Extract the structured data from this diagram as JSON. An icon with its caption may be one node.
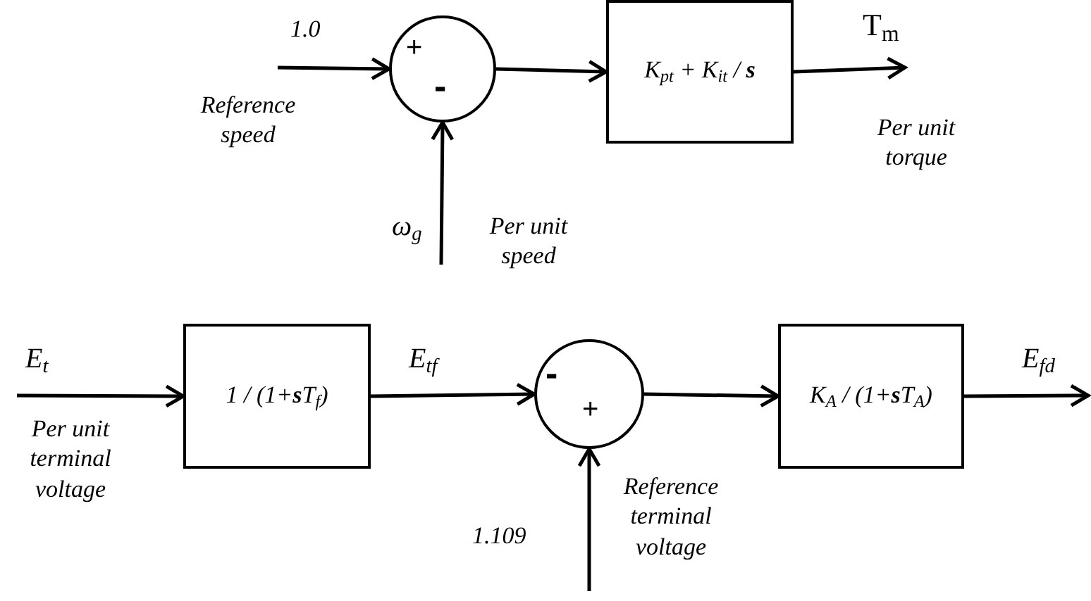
{
  "diagram": {
    "nodes": [
      {
        "text": [
          "+",
          "-"
        ]
      },
      {
        "text": [
          "K$_{pt}$ + K$_{it}$ / **s**"
        ]
      },
      {
        "text": [
          "1 / (1+**s**T$_{f}$)"
        ]
      },
      {
        "text": [
          "-",
          "+"
        ]
      },
      {
        "text": [
          "K$_{A}$ / (1+**s**T$_{A}$)"
        ]
      }
    ],
    "edges": [
      {
        "from": null,
        "to": 0,
        "arrow": "to",
        "label": "1.0"
      },
      {
        "from": null,
        "to": 0,
        "arrow": "to",
        "label": "ω$_{g}$"
      },
      {
        "from": 0,
        "to": 1,
        "arrow": "to"
      },
      {
        "from": 1,
        "to": null,
        "arrow": "to",
        "label": "T$_{m}$"
      },
      {
        "from": null,
        "to": 2,
        "arrow": "to",
        "label": "E$_{t}$"
      },
      {
        "from": 2,
        "to": 3,
        "arrow": "to",
        "label": "E$_{tf}$"
      },
      {
        "from": null,
        "to": 3,
        "arrow": "to",
        "label": "1.109"
      },
      {
        "from": 3,
        "to": 4,
        "arrow": "to"
      },
      {
        "from": 4,
        "to": null,
        "arrow": "to",
        "label": "E$_{fd}$"
      }
    ],
    "labels": [
      "Reference speed",
      "Per unit speed",
      "Per unit torque",
      "Per unit terminal voltage",
      "Reference terminal voltage"
    ]
  }
}
